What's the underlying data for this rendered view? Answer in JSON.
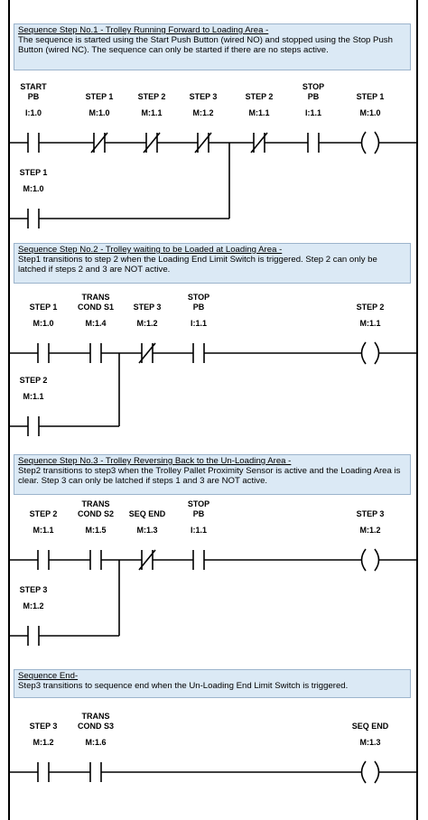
{
  "notes": [
    {
      "title": "Sequence Step No.1 - Trolley Running Forward to Loading Area -",
      "body": "The sequence is started using the Start Push Button (wired NO) and stopped using the Stop Push Button (wired NC). The sequence can only be started if there are no steps active."
    },
    {
      "title": "Sequence Step No.2 - Trolley waiting to be Loaded at Loading Area -",
      "body": "Step1 transitions to step 2 when the Loading End Limit Switch is triggered. Step 2 can only be latched if steps 2 and 3 are NOT active."
    },
    {
      "title": "Sequence Step No.3 - Trolley Reversing Back to the Un-Loading Area -",
      "body": "Step2 transitions to step3 when the Trolley Pallet Proximity Sensor is active and the Loading Area is clear. Step 3 can only be latched if steps 1 and 3 are NOT active."
    },
    {
      "title": "Sequence End-",
      "body": "Step3 transitions to sequence end when the Un-Loading End Limit Switch is triggered."
    }
  ],
  "rungs": [
    {
      "main": [
        {
          "label": [
            "START",
            "PB"
          ],
          "address": "I:1.0",
          "type": "NO"
        },
        {
          "label": [
            "STEP 1"
          ],
          "address": "M:1.0",
          "type": "NC"
        },
        {
          "label": [
            "STEP 2"
          ],
          "address": "M:1.1",
          "type": "NC"
        },
        {
          "label": [
            "STEP 3"
          ],
          "address": "M:1.2",
          "type": "NC"
        },
        {
          "label": [
            "STEP 2"
          ],
          "address": "M:1.1",
          "type": "NC"
        },
        {
          "label": [
            "STOP",
            "PB"
          ],
          "address": "I:1.1",
          "type": "NO"
        }
      ],
      "coil": {
        "label": [
          "STEP 1"
        ],
        "address": "M:1.0"
      },
      "branch": {
        "label": [
          "STEP 1"
        ],
        "address": "M:1.0",
        "type": "NO"
      }
    },
    {
      "main": [
        {
          "label": [
            "STEP 1"
          ],
          "address": "M:1.0",
          "type": "NO"
        },
        {
          "label": [
            "TRANS",
            "COND S1"
          ],
          "address": "M:1.4",
          "type": "NO"
        },
        {
          "label": [
            "STEP 3"
          ],
          "address": "M:1.2",
          "type": "NC"
        },
        {
          "label": [
            "STOP",
            "PB"
          ],
          "address": "I:1.1",
          "type": "NO"
        }
      ],
      "coil": {
        "label": [
          "STEP 2"
        ],
        "address": "M:1.1"
      },
      "branch": {
        "label": [
          "STEP 2"
        ],
        "address": "M:1.1",
        "type": "NO"
      }
    },
    {
      "main": [
        {
          "label": [
            "STEP 2"
          ],
          "address": "M:1.1",
          "type": "NO"
        },
        {
          "label": [
            "TRANS",
            "COND S2"
          ],
          "address": "M:1.5",
          "type": "NO"
        },
        {
          "label": [
            "SEQ END"
          ],
          "address": "M:1.3",
          "type": "NC"
        },
        {
          "label": [
            "STOP",
            "PB"
          ],
          "address": "I:1.1",
          "type": "NO"
        }
      ],
      "coil": {
        "label": [
          "STEP 3"
        ],
        "address": "M:1.2"
      },
      "branch": {
        "label": [
          "STEP 3"
        ],
        "address": "M:1.2",
        "type": "NO"
      }
    },
    {
      "main": [
        {
          "label": [
            "STEP 3"
          ],
          "address": "M:1.2",
          "type": "NO"
        },
        {
          "label": [
            "TRANS",
            "COND S3"
          ],
          "address": "M:1.6",
          "type": "NO"
        }
      ],
      "coil": {
        "label": [
          "SEQ END"
        ],
        "address": "M:1.3"
      }
    }
  ]
}
